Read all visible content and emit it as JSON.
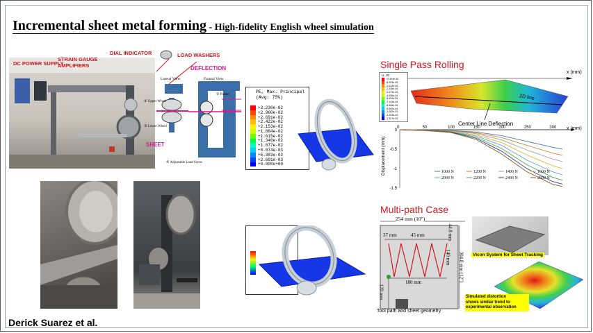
{
  "title": {
    "main": "Incremental sheet metal forming",
    "sub": " - High-fidelity English wheel simulation"
  },
  "author": "Derick Suarez et al.",
  "setup_labels": {
    "dc_power": "DC POWER SUPPLY",
    "strain_gauge": "STRAIN GAUGE\nAMPLIFIERS",
    "dial_indicator": "DIAL INDICATOR",
    "load_washers": "LOAD WASHERS",
    "deflection": "DEFLECTION",
    "sheet": "SHEET",
    "lateral_view": "Lateral View",
    "frontal_view": "Frontal View",
    "upper_wheel": "② Upper Wheel",
    "lower_wheel": "③ Lower Wheel",
    "frame": "① Frame",
    "adjustable_screw": "④ Adjustable Load Screw"
  },
  "fe_legend": {
    "header": "PE, Max. Principal\n(Avg: 75%)",
    "values": [
      "+3.230e-02",
      "+2.960e-02",
      "+2.691e-02",
      "+2.422e-02",
      "+2.153e-02",
      "+1.884e-02",
      "+1.615e-02",
      "+1.346e-02",
      "+1.077e-02",
      "+8.074e-03",
      "+5.383e-03",
      "+2.691e-03",
      "+0.000e+00"
    ],
    "colors": [
      "#ff0000",
      "#ff4400",
      "#ff8800",
      "#ffbb00",
      "#ffee00",
      "#ccff00",
      "#66ff00",
      "#00ff44",
      "#00ffbb",
      "#00ccff",
      "#0088ff",
      "#0044ff",
      "#0000ff"
    ]
  },
  "single_pass": {
    "title": "Single Pass Rolling",
    "contour_header": "U, U2",
    "contour_values": [
      "+2.404e-06",
      "-6.003e-05",
      "-1.024e-04",
      "-2.248e-04",
      "-3.472e-04",
      "-4.056e-04",
      "-5.920e-04",
      "-7.144e-04",
      "-8.368e-04",
      "-9.592e-04",
      "-1.082e-03",
      "-1.204e-03",
      "-1.327e-03"
    ],
    "x_label": "x (mm)",
    "line_label": "2D line",
    "deflection_label": "Center Line Deflection"
  },
  "chart_data": {
    "type": "line",
    "title": "Center Line Deflection",
    "xlabel": "x (mm)",
    "ylabel": "Displacement (mm)",
    "xlim": [
      0,
      320
    ],
    "ylim": [
      -1.5,
      0
    ],
    "x_ticks": [
      "0",
      "50",
      "100",
      "150",
      "200",
      "250",
      "300"
    ],
    "y_ticks": [
      "0",
      "-0.5",
      "-1",
      "-1.5"
    ],
    "x": [
      0,
      50,
      100,
      150,
      200,
      250,
      300,
      320
    ],
    "series": [
      {
        "name": "1000 N",
        "color": "#4a7ab8",
        "values": [
          0,
          -0.01,
          -0.02,
          -0.06,
          -0.15,
          -0.3,
          -0.45,
          -0.5
        ]
      },
      {
        "name": "1200 N",
        "color": "#d9822b",
        "values": [
          0,
          -0.01,
          -0.03,
          -0.08,
          -0.2,
          -0.4,
          -0.6,
          -0.66
        ]
      },
      {
        "name": "1400 N",
        "color": "#a0a0a0",
        "values": [
          0,
          -0.01,
          -0.03,
          -0.1,
          -0.26,
          -0.52,
          -0.75,
          -0.82
        ]
      },
      {
        "name": "1600 N",
        "color": "#e3b52a",
        "values": [
          0,
          -0.01,
          -0.04,
          -0.13,
          -0.33,
          -0.65,
          -0.92,
          -1.0
        ]
      },
      {
        "name": "2000 N",
        "color": "#6aa0d8",
        "values": [
          0,
          -0.01,
          -0.05,
          -0.16,
          -0.4,
          -0.78,
          -1.08,
          -1.16
        ]
      },
      {
        "name": "2200 N",
        "color": "#5aa050",
        "values": [
          0,
          -0.01,
          -0.05,
          -0.19,
          -0.48,
          -0.9,
          -1.22,
          -1.3
        ]
      },
      {
        "name": "2400 N",
        "color": "#264a7c",
        "values": [
          0,
          -0.02,
          -0.06,
          -0.22,
          -0.55,
          -1.0,
          -1.33,
          -1.4
        ]
      },
      {
        "name": "2600 N",
        "color": "#9b4f1f",
        "values": [
          0,
          -0.02,
          -0.07,
          -0.25,
          -0.62,
          -1.08,
          -1.4,
          -1.46
        ]
      }
    ]
  },
  "multi_path": {
    "title": "Multi-path Case",
    "dim_top": "254 mm (10\")",
    "dim_right": "304.8 mm (12\")",
    "dim_37": "37 mm",
    "dim_45": "45 mm",
    "dim_180": "180 mm",
    "dim_140": "140 mm",
    "dim_44_8": "44.8 mm",
    "dim_120": "120 mm",
    "geometry_caption": "Tool path and sheet geometry",
    "vicon_caption": "Vicon System for Sheet Tracking",
    "distortion_caption": "Simulated distortion\nshows similar trend to\nexperimental observation"
  }
}
